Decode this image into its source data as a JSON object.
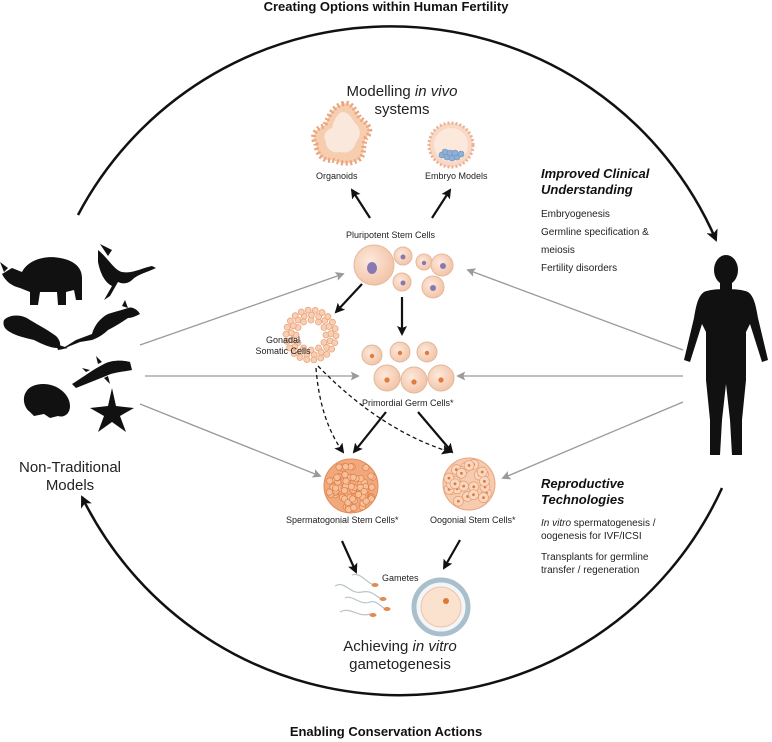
{
  "header": {
    "title": "Creating Options within Human Fertility"
  },
  "footer": {
    "title": "Enabling Conservation Actions"
  },
  "center": {
    "modelling_line1": "Modelling ",
    "modelling_italic": "in vivo",
    "modelling_line2": "systems",
    "organoids": "Organoids",
    "embryo_models": "Embryo Models",
    "pluripotent": "Pluripotent Stem Cells",
    "gonadal_line1": "Gonadal",
    "gonadal_line2": "Somatic Cells",
    "primordial": "Primordial Germ Cells*",
    "spermatogonial": "Spermatogonial Stem Cells*",
    "oogonial": "Oogonial Stem Cells*",
    "gametes": "Gametes",
    "achieving_line1": "Achieving ",
    "achieving_italic": "in vitro",
    "achieving_line2": "gametogenesis"
  },
  "left": {
    "line1": "Non-Traditional",
    "line2": "Models",
    "animals": [
      "rhinoceros-icon",
      "crane-icon",
      "platypus-icon",
      "kangaroo-icon",
      "salamander-icon",
      "toad-icon",
      "starfish-icon"
    ]
  },
  "right_top": {
    "heading_line1": "Improved Clinical",
    "heading_line2": "Understanding",
    "items": [
      "Embryogenesis",
      "Germline specification &",
      "meiosis",
      "Fertility disorders"
    ]
  },
  "right_bottom": {
    "heading_line1": "Reproductive",
    "heading_line2": "Technologies",
    "item1_italic": "In vitro",
    "item1_rest": " spermatogenesis /",
    "item1_line2": "oogenesis for IVF/ICSI",
    "item2_line1": "Transplants for germline",
    "item2_line2": "transfer / regeneration"
  },
  "colors": {
    "cell_fill": "#f6d7c3",
    "cell_stroke": "#e8a57f",
    "nucleus": "#e27b3c",
    "dark_cell": "#e9a378",
    "silhouette": "#111111",
    "grey_arrow": "#9a9a9a",
    "oocyte_ring": "#a9bfcc"
  }
}
